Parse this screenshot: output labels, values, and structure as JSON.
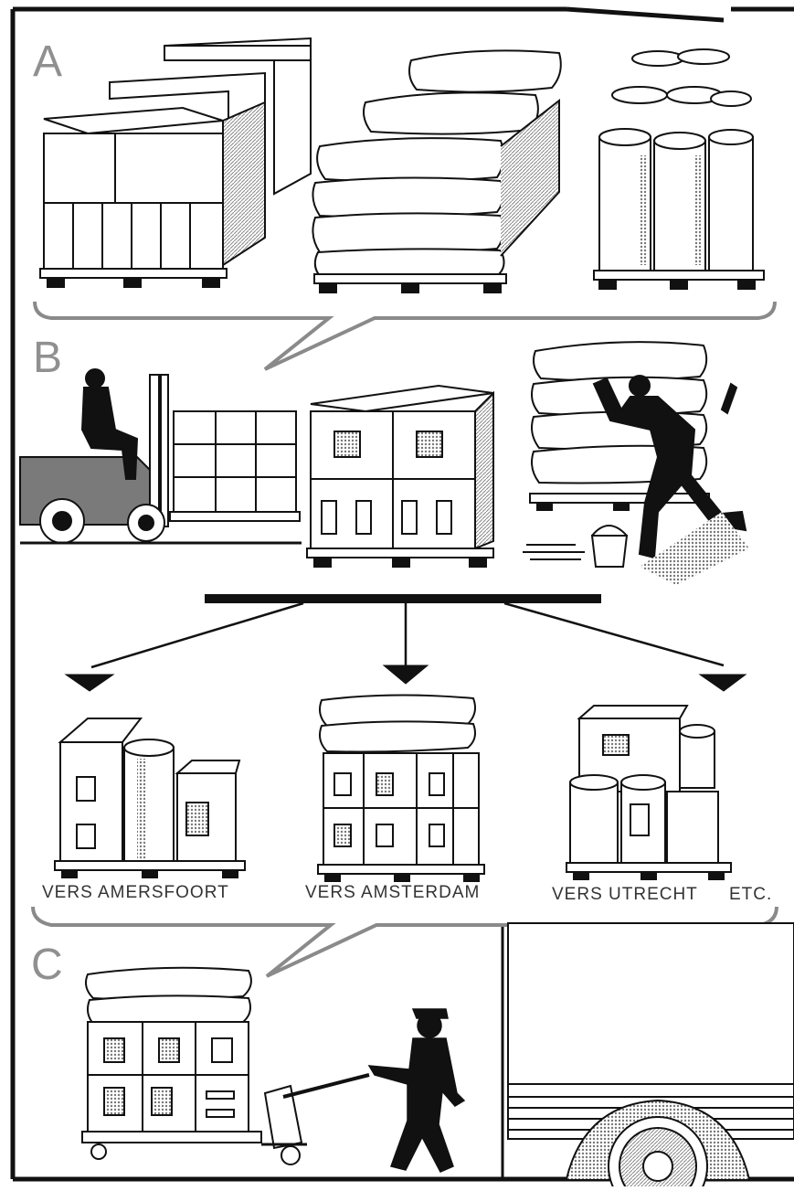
{
  "sections": {
    "a": "A",
    "b": "B",
    "c": "C"
  },
  "destinations": [
    {
      "label": "VERS AMERSFOORT"
    },
    {
      "label": "VERS AMSTERDAM"
    },
    {
      "label": "VERS UTRECHT"
    }
  ],
  "etc_label": "ETC.",
  "colors": {
    "ink": "#111111",
    "bracket": "#8a8a8a",
    "letter": "#909090",
    "shade": "#9a9a9a",
    "forklift": "#7a7a7a"
  }
}
